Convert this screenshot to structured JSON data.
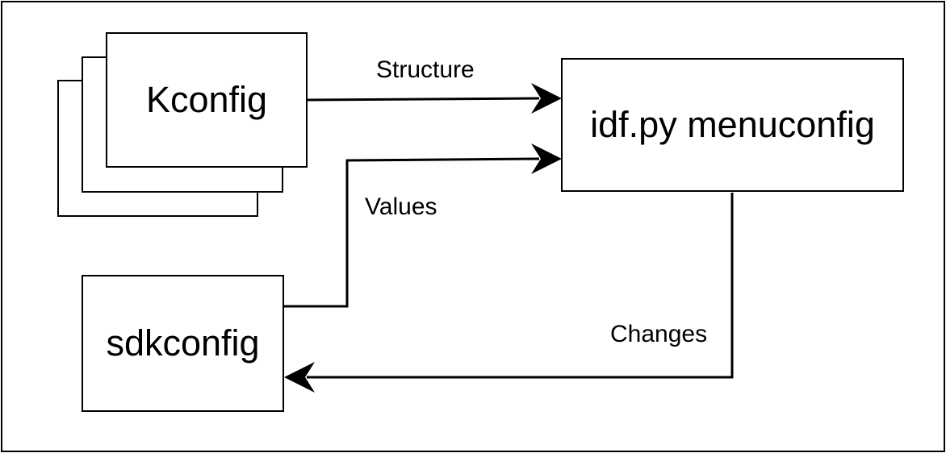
{
  "diagram": {
    "title": "Kconfig / sdkconfig / idf.py menuconfig flow",
    "colors": {
      "background": "#ffffff",
      "node_fill": "#ffffff",
      "stroke": "#000000",
      "text": "#000000"
    },
    "nodes": {
      "kconfig": {
        "label": "Kconfig",
        "shape": "stacked-rectangles"
      },
      "menuconfig": {
        "label": "idf.py menuconfig",
        "shape": "rectangle"
      },
      "sdkconfig": {
        "label": "sdkconfig",
        "shape": "rectangle"
      }
    },
    "edges": {
      "structure": {
        "label": "Structure",
        "from": "Kconfig",
        "to": "idf.py menuconfig",
        "direction": "right"
      },
      "values": {
        "label": "Values",
        "from": "sdkconfig",
        "to": "idf.py menuconfig",
        "direction": "right"
      },
      "changes": {
        "label": "Changes",
        "from": "idf.py menuconfig",
        "to": "sdkconfig",
        "direction": "left"
      }
    }
  }
}
